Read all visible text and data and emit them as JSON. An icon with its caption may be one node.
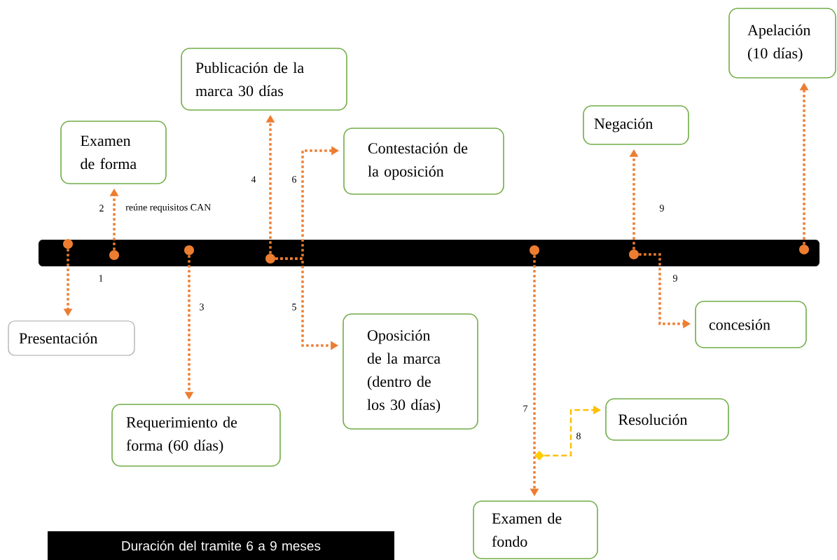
{
  "diagram": {
    "nodes": [
      {
        "text": [],
        "shape": "bar"
      },
      {
        "text": [],
        "shape": "circle",
        "in": 0
      },
      {
        "text": [],
        "shape": "circle",
        "in": 0
      },
      {
        "text": [],
        "shape": "circle",
        "in": 0
      },
      {
        "text": [],
        "shape": "circle",
        "in": 0
      },
      {
        "text": [],
        "shape": "circle",
        "in": 0
      },
      {
        "text": [],
        "shape": "circle",
        "in": 0
      },
      {
        "text": [],
        "shape": "circle",
        "in": 0
      },
      {
        "text": [],
        "shape": "diamond"
      },
      {
        "text": [
          "Presentación"
        ]
      },
      {
        "text": [
          "Examen de forma"
        ]
      },
      {
        "text": [
          "Publicación de la marca 30 días"
        ]
      },
      {
        "text": [
          "Contestación de la oposición"
        ]
      },
      {
        "text": [
          "Negación"
        ]
      },
      {
        "text": [
          "Apelación (10 días)"
        ]
      },
      {
        "text": [
          "Requerimiento de forma (60 días)"
        ]
      },
      {
        "text": [
          "Oposición de la marca (dentro de los 30 días)"
        ]
      },
      {
        "text": [
          "concesión"
        ]
      },
      {
        "text": [
          "Resolución"
        ]
      },
      {
        "text": [
          "Examen de fondo"
        ]
      },
      {
        "text": [
          "Duración del tramite 6 a 9 meses"
        ]
      }
    ],
    "edges": [
      {
        "from": 1,
        "to": 9,
        "arrow": "to",
        "label": "1"
      },
      {
        "from": 2,
        "to": 10,
        "arrow": "to",
        "label": "2"
      },
      {
        "from": 3,
        "to": 15,
        "arrow": "to",
        "label": "3"
      },
      {
        "from": 4,
        "to": 11,
        "arrow": "to",
        "label": "4"
      },
      {
        "from": 4,
        "to": 12,
        "arrow": "to",
        "label": "6"
      },
      {
        "from": 4,
        "to": 16,
        "arrow": "to",
        "label": "5"
      },
      {
        "from": 5,
        "to": 19,
        "arrow": "to",
        "label": "7"
      },
      {
        "from": 8,
        "to": 18,
        "arrow": "to",
        "label": "8",
        "style": "dashed",
        "color": "#ffc000"
      },
      {
        "from": 6,
        "to": 13,
        "arrow": "to",
        "label": "9"
      },
      {
        "from": 6,
        "to": 17,
        "arrow": "to",
        "label": "9"
      },
      {
        "from": 7,
        "to": 14,
        "arrow": "to"
      }
    ],
    "labels": [
      "reúne requisitos CAN"
    ]
  }
}
